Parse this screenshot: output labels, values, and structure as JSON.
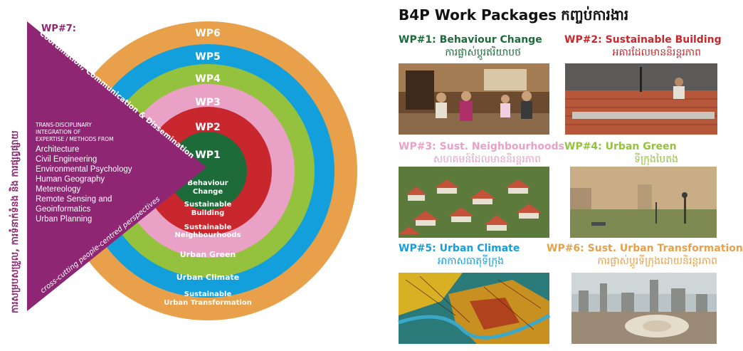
{
  "diagram": {
    "wp7_label": "WP#7:",
    "wp7_title": "Coordination, Communication & Dissemination",
    "wp7_khmer": "ការសម្របសម្រួល, ការទំនាក់ទំនង និង ការផ្សព្វផ្សាយ",
    "wp7_bottom": "cross-cutting people-centred perspectives",
    "expertise_heading": [
      "TRANS-DISCIPLINARY",
      "INTEGRATION OF",
      "EXPERTISE / METHODS FROM"
    ],
    "disciplines": [
      "Architecture",
      "Civil Engineering",
      "Environmental Psychology",
      "Human Geography",
      "Metereology",
      "Remote Sensing and",
      "Geoinformatics",
      "Urban Planning"
    ],
    "rings": [
      {
        "id": "WP6",
        "label": "WP6",
        "desc": [
          "Sustainable",
          "Urban Transformation"
        ],
        "color": "#E8A04B"
      },
      {
        "id": "WP5",
        "label": "WP5",
        "desc": [
          "Urban Climate"
        ],
        "color": "#139FDB"
      },
      {
        "id": "WP4",
        "label": "WP4",
        "desc": [
          "Urban Green"
        ],
        "color": "#95C23E"
      },
      {
        "id": "WP3",
        "label": "WP3",
        "desc": [
          "Sustainable",
          "Neighbourhoods"
        ],
        "color": "#E9A1C5"
      },
      {
        "id": "WP2",
        "label": "WP2",
        "desc": [
          "Sustainable",
          "Building"
        ],
        "color": "#C8272D"
      },
      {
        "id": "WP1",
        "label": "WP1",
        "desc": [
          "Behaviour",
          "Change"
        ],
        "color": "#1E6B3A"
      }
    ],
    "wp7_color": "#8E2673"
  },
  "header": {
    "title": "B4P Work Packages",
    "khmer": "កញ្ចប់ការងារ"
  },
  "packages": [
    {
      "en": "WP#1: Behaviour Change",
      "km": "ការផ្លាស់ប្តូរឥរិយាបថ",
      "color": "#1E6B3A",
      "photo": "living-room-family-photo"
    },
    {
      "en": "WP#2: Sustainable Building",
      "km": "អគារដែលមាននិរន្តរភាព",
      "color": "#C8272D",
      "photo": "brick-construction-photo"
    },
    {
      "en": "WP#3: Sust. Neighbourhoods",
      "km": "សហគមន៍ដែលមាននិរន្តរភាព",
      "color": "#E9A1C5",
      "photo": "red-roof-houses-photo"
    },
    {
      "en": "WP#4: Urban Green",
      "km": "ទីក្រុងបៃតង",
      "color": "#95C23E",
      "photo": "city-park-photo"
    },
    {
      "en": "WP#5: Urban Climate",
      "km": "អាកាសធាតុទីក្រុង",
      "color": "#139FDB",
      "photo": "thermal-city-map-photo"
    },
    {
      "en": "WP#6: Sust. Urban Transformation",
      "km": "ការផ្លាស់ប្តូរទីក្រុងដោយនិរន្តរភាព",
      "color": "#E8A04B",
      "photo": "city-skyline-photo"
    }
  ]
}
